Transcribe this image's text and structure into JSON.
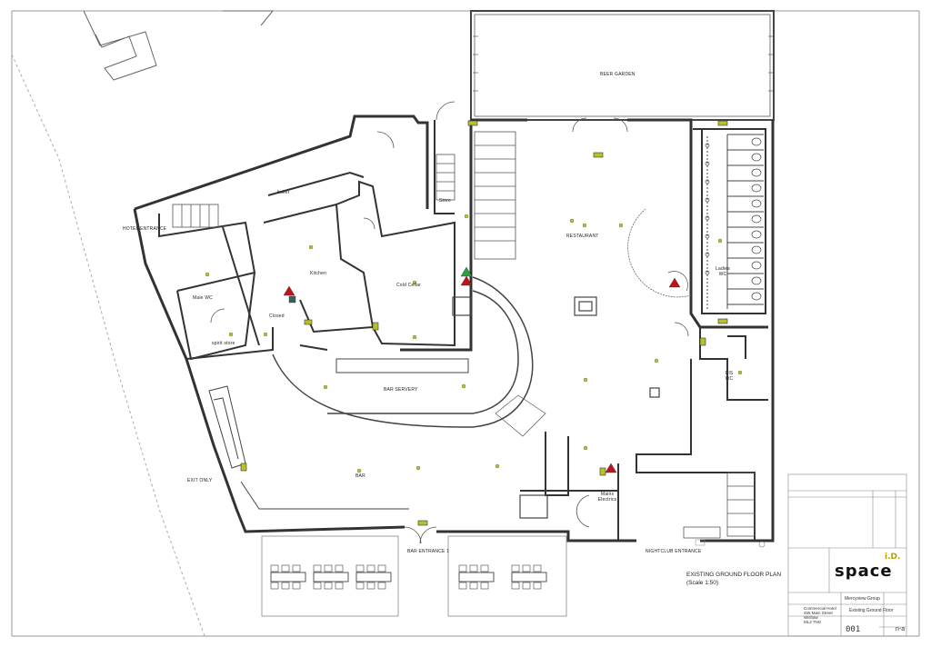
{
  "rooms": {
    "beer_garden": "BEER GARDEN",
    "hotel_entrance": "HOTEL ENTRANCE",
    "boiler": "boiler",
    "store": "Store",
    "restaurant": "RESTAURANT",
    "kitchen": "Kitchen",
    "cold_cellar": "Cold Cellar",
    "male_wc": "Male WC",
    "closed": "Closed",
    "spirit_store": "spirit store",
    "ladies_wc": "Ladies WC",
    "dis_wc": "DIS WC",
    "bar_servery": "BAR SERVERY",
    "exit_only": "EXIT ONLY",
    "bar": "BAR",
    "mains_electrics": "Mains Electrics",
    "bar_entrance": "BAR ENTRANCE 1",
    "nightclub_entrance": "NIGHTCLUB ENTRANCE"
  },
  "drawing_title": {
    "line1": "EXISTING GROUND FLOOR PLAN",
    "line2": "(Scale 1:50)"
  },
  "title_block": {
    "client": "Mercyview Group",
    "project_address": [
      "Commercial Hotel",
      "455 Main Street",
      "Wishaw",
      "ML2 7NG"
    ],
    "drawing_name": "Existing Ground Floor",
    "drawing_number": "001",
    "revision": "n-a",
    "logo_text": "space",
    "logo_prefix": "i.D."
  },
  "colors": {
    "wall": "#333333",
    "fire_exit_green": "#2ea043",
    "alarm_red": "#c0121a",
    "emergency_light": "#b5c22a"
  }
}
